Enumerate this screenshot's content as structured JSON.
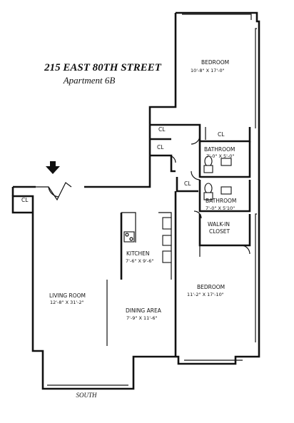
{
  "title_line1": "215 EAST 80TH STREET",
  "title_line2": "Apartment 6B",
  "compass": "SOUTH",
  "rooms": {
    "bedroom_top": {
      "name": "BEDROOM",
      "size": "10'-8\" X 17'-0\""
    },
    "bathroom_1": {
      "name": "BATHROOM",
      "size": "7'-0\" X 5'-0\""
    },
    "bathroom_2": {
      "name": "BATHROOM",
      "size": "7'-0\" X 5'10\""
    },
    "walk_in_closet": {
      "line1": "WALK-IN",
      "line2": "CLOSET"
    },
    "kitchen": {
      "name": "KITCHEN",
      "size": "7'-6\" X 9'-6\""
    },
    "living_room": {
      "name": "LIVING ROOM",
      "size": "12'-8\" X 31'-2\""
    },
    "dining_area": {
      "name": "DINING AREA",
      "size": "7'-9\" X 11'-6\""
    },
    "bedroom_bottom": {
      "name": "BEDROOM",
      "size": "11'-2\" X 17'-10\""
    }
  },
  "closets": {
    "cl_hall_1": "CL",
    "cl_hall_2": "CL",
    "cl_bedroom": "CL",
    "cl_bath": "CL",
    "cl_entry": "CL"
  },
  "entry_marker_icon": "arrow-down-icon"
}
